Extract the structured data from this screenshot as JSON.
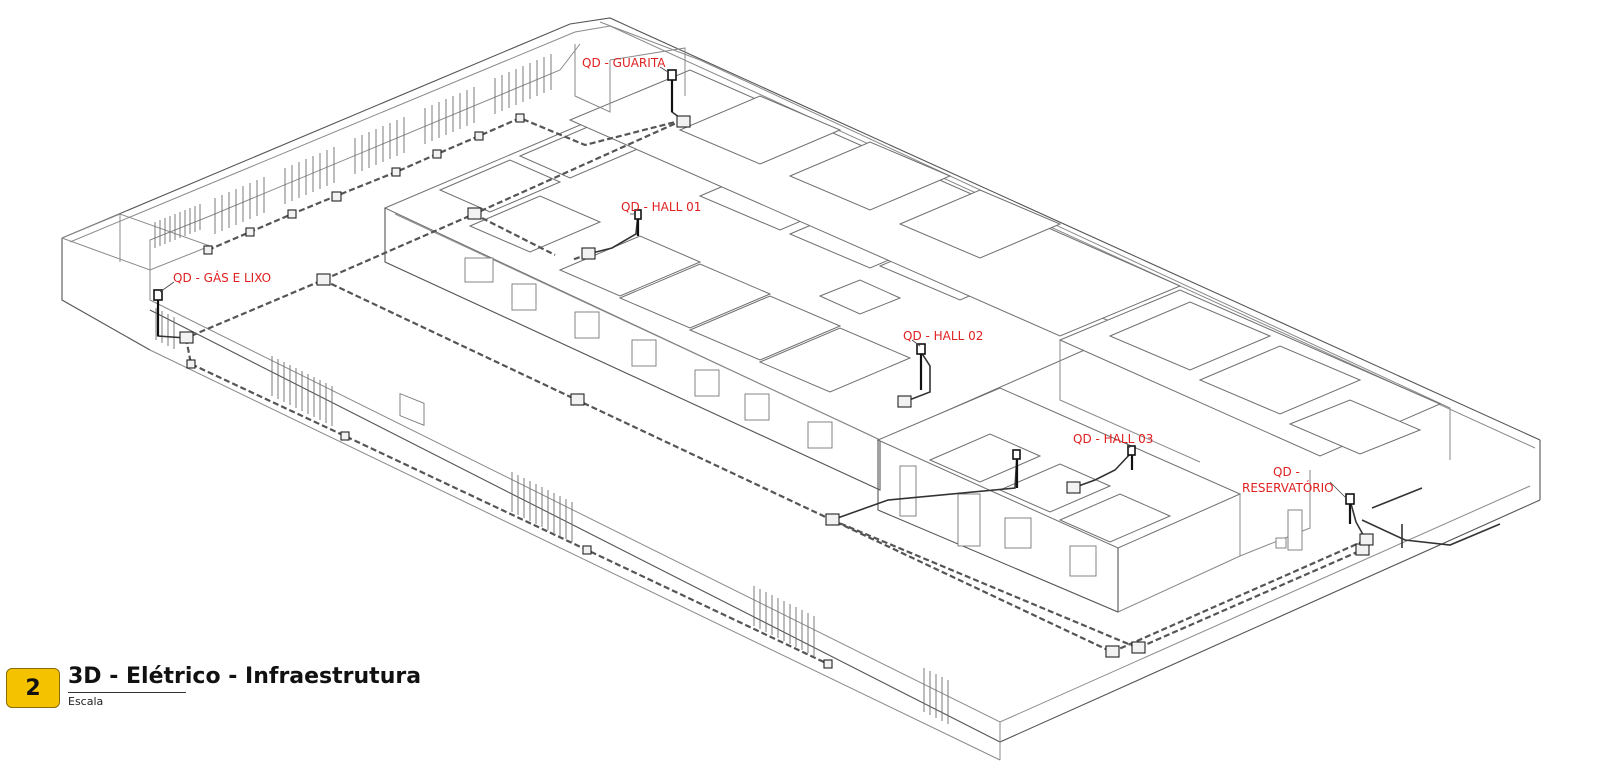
{
  "view": {
    "number": "2",
    "title": "3D - Elétrico - Infraestrutura",
    "scale_label": "Escala"
  },
  "panels": [
    {
      "id": "guarita",
      "lines": [
        "QD - GUARITA"
      ]
    },
    {
      "id": "hall01",
      "lines": [
        "QD - HALL 01"
      ]
    },
    {
      "id": "gas-lixo",
      "lines": [
        "QD - GÁS E LIXO"
      ]
    },
    {
      "id": "hall02",
      "lines": [
        "QD - HALL 02"
      ]
    },
    {
      "id": "hall03",
      "lines": [
        "QD - HALL 03"
      ]
    },
    {
      "id": "reservatorio",
      "lines": [
        "QD -",
        "RESERVATÓRIO"
      ]
    }
  ],
  "colors": {
    "label": "#e02020",
    "badge": "#f5c200",
    "linework": "#6f6f6f"
  }
}
